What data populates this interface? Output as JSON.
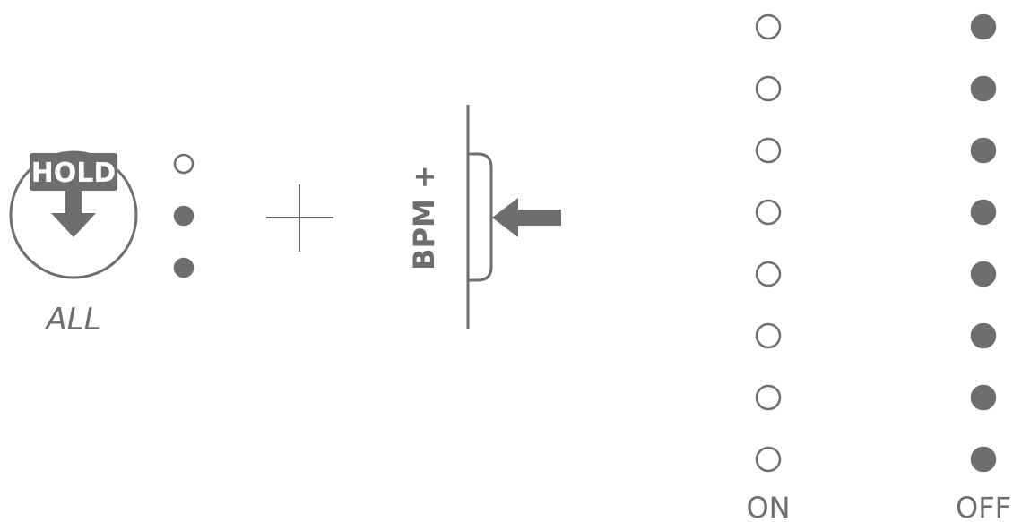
{
  "hold_button": {
    "badge_label": "HOLD",
    "caption": "ALL",
    "icon": "down-arrow-icon"
  },
  "indicator_leds": [
    "off",
    "on",
    "on"
  ],
  "combine_symbol": "+",
  "bpm_key": {
    "label": "BPM +",
    "icon": "left-arrow-icon"
  },
  "led_columns": [
    {
      "label": "ON",
      "state": "off",
      "count": 8
    },
    {
      "label": "OFF",
      "state": "on",
      "count": 8
    }
  ],
  "colors": {
    "ink": "#6e6e6e",
    "background": "#ffffff"
  }
}
